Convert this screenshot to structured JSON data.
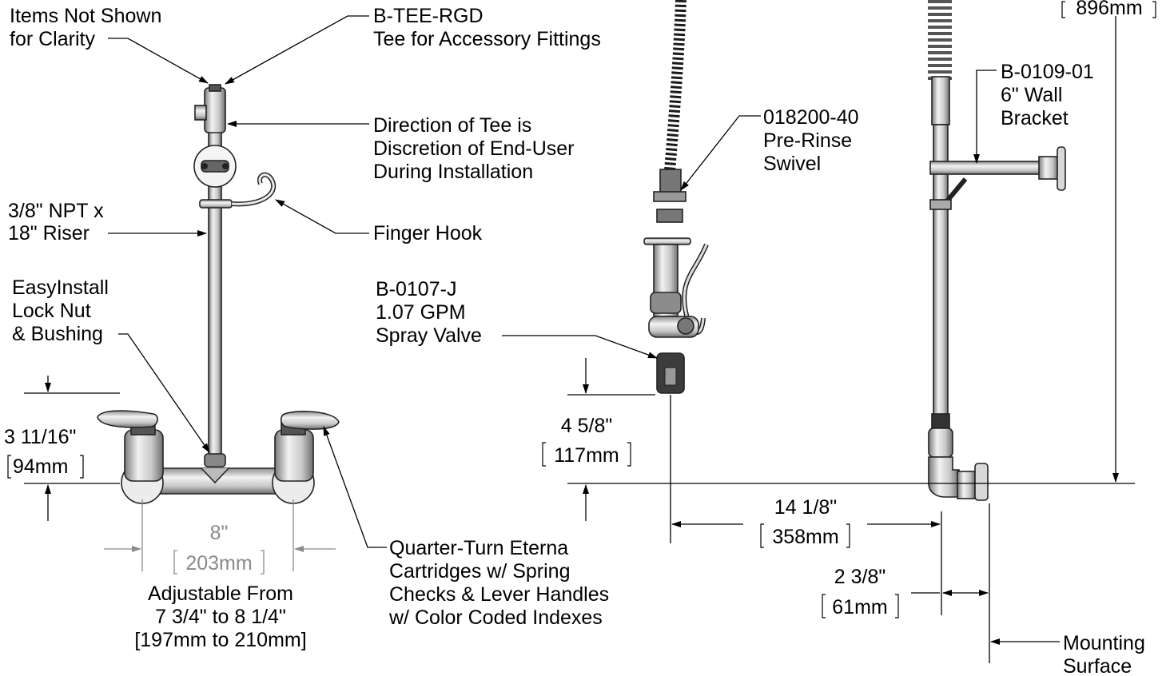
{
  "callouts": {
    "items_not_shown": [
      "Items Not Shown",
      "for Clarity"
    ],
    "tee_part": [
      "B-TEE-RGD",
      "Tee for Accessory Fittings"
    ],
    "tee_direction": [
      "Direction of Tee is",
      "Discretion of End-User",
      "During Installation"
    ],
    "riser": [
      "3/8\" NPT x",
      "18\" Riser"
    ],
    "finger_hook": [
      "Finger Hook"
    ],
    "lock_nut": [
      "EasyInstall",
      "Lock Nut",
      "& Bushing"
    ],
    "cartridges": [
      "Quarter-Turn Eterna",
      "Cartridges w/ Spring",
      "Checks & Lever Handles",
      "w/ Color Coded Indexes"
    ],
    "swivel": [
      "018200-40",
      "Pre-Rinse",
      "Swivel"
    ],
    "spray_valve": [
      "B-0107-J",
      "1.07 GPM",
      "Spray Valve"
    ],
    "wall_bracket": [
      "B-0109-01",
      "6\" Wall",
      "Bracket"
    ],
    "mounting_surface": [
      "Mounting",
      "Surface"
    ]
  },
  "dimensions": {
    "inlet_height": {
      "imperial": "3 11/16\"",
      "metric": "94mm"
    },
    "centers": {
      "imperial": "8\"",
      "metric": "203mm"
    },
    "adjustable": [
      "Adjustable From",
      "7 3/4\" to 8 1/4\"",
      "[197mm to 210mm]"
    ],
    "spray_height": {
      "imperial": "4 5/8\"",
      "metric": "117mm"
    },
    "reach": {
      "imperial": "14 1/8\"",
      "metric": "358mm"
    },
    "wall_offset": {
      "imperial": "2 3/8\"",
      "metric": "61mm"
    },
    "overall_height": {
      "metric": "896mm"
    }
  },
  "colors": {
    "line": "#000000",
    "dim_gray": "#8a8a8a",
    "metal_light": "#e6e6e6",
    "metal_dark": "#6e6e6e",
    "hose": "#1b1b1b"
  }
}
